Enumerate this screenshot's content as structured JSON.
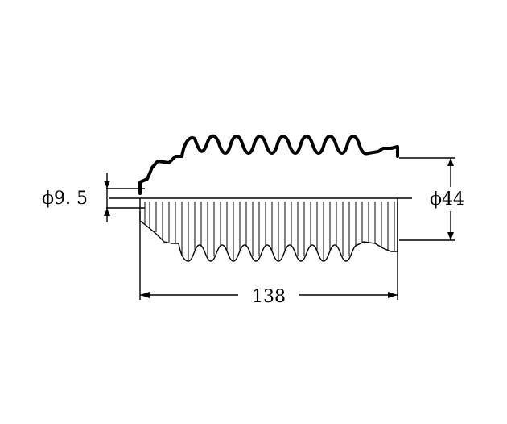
{
  "dimensions": {
    "small_diameter": "ϕ9. 5",
    "large_diameter": "ϕ44",
    "length": "138"
  }
}
